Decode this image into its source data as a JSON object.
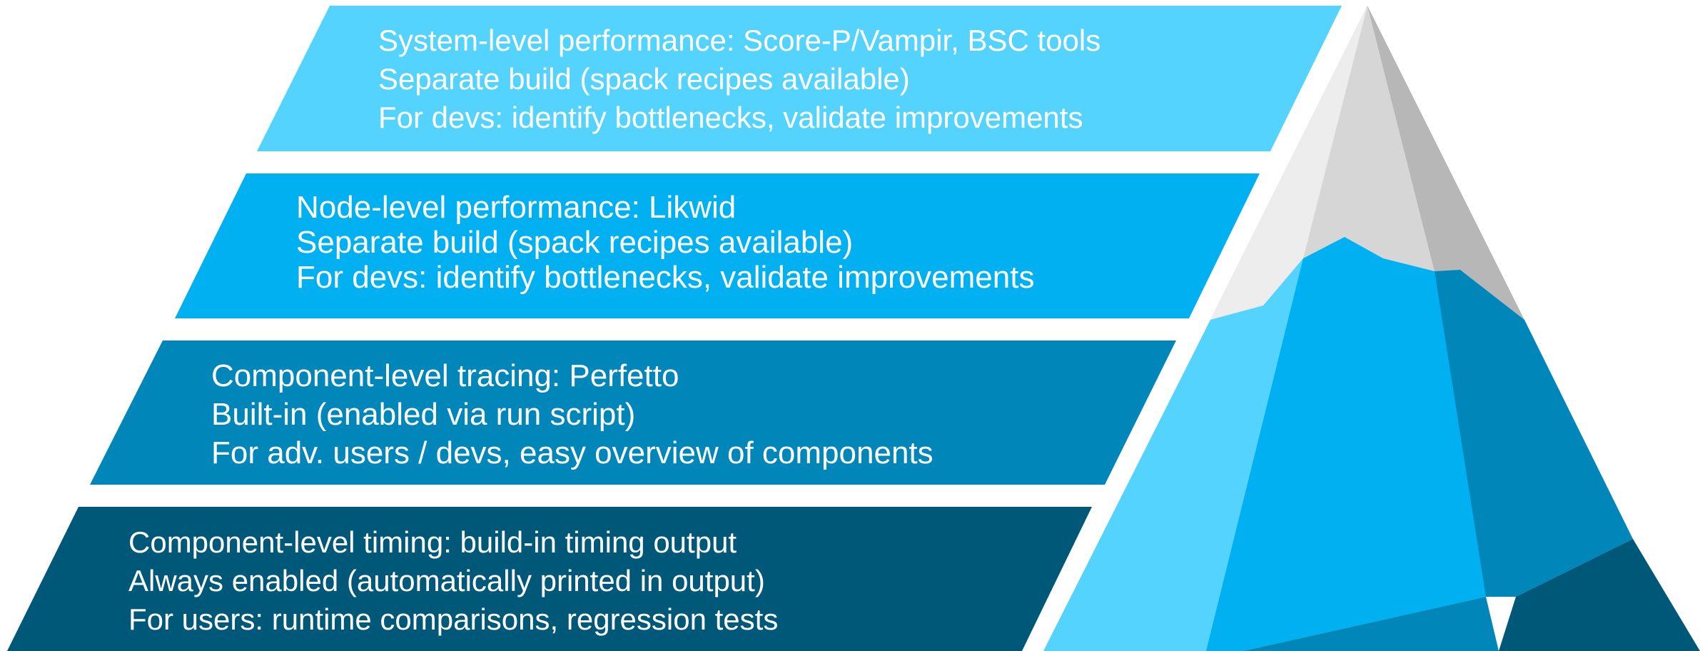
{
  "levels": [
    {
      "lines": [
        "System-level performance: Score-P/Vampir, BSC tools",
        "Separate build (spack recipes available)",
        "For devs: identify bottlenecks, validate improvements"
      ],
      "color": "#55D3FF"
    },
    {
      "lines": [
        "Node-level performance: Likwid",
        "Separate build (spack recipes available)",
        "For devs: identify bottlenecks, validate improvements"
      ],
      "color": "#00B0F0"
    },
    {
      "lines": [
        "Component-level tracing: Perfetto",
        "Built-in (enabled via run script)",
        "For adv. users / devs, easy overview of components"
      ],
      "color": "#0086B8"
    },
    {
      "lines": [
        "Component-level timing: build-in timing output",
        "Always enabled (automatically printed in output)",
        "For users: runtime comparisons, regression tests"
      ],
      "color": "#005879"
    }
  ],
  "colors": {
    "snow_light": "#EDEDED",
    "snow_mid": "#D6D6D6",
    "snow_dark": "#B7B7B7",
    "ice_light": "#55D3FF",
    "ice_mid": "#00B0F0",
    "ice_dark": "#0086B8",
    "ice_deep": "#005879"
  }
}
